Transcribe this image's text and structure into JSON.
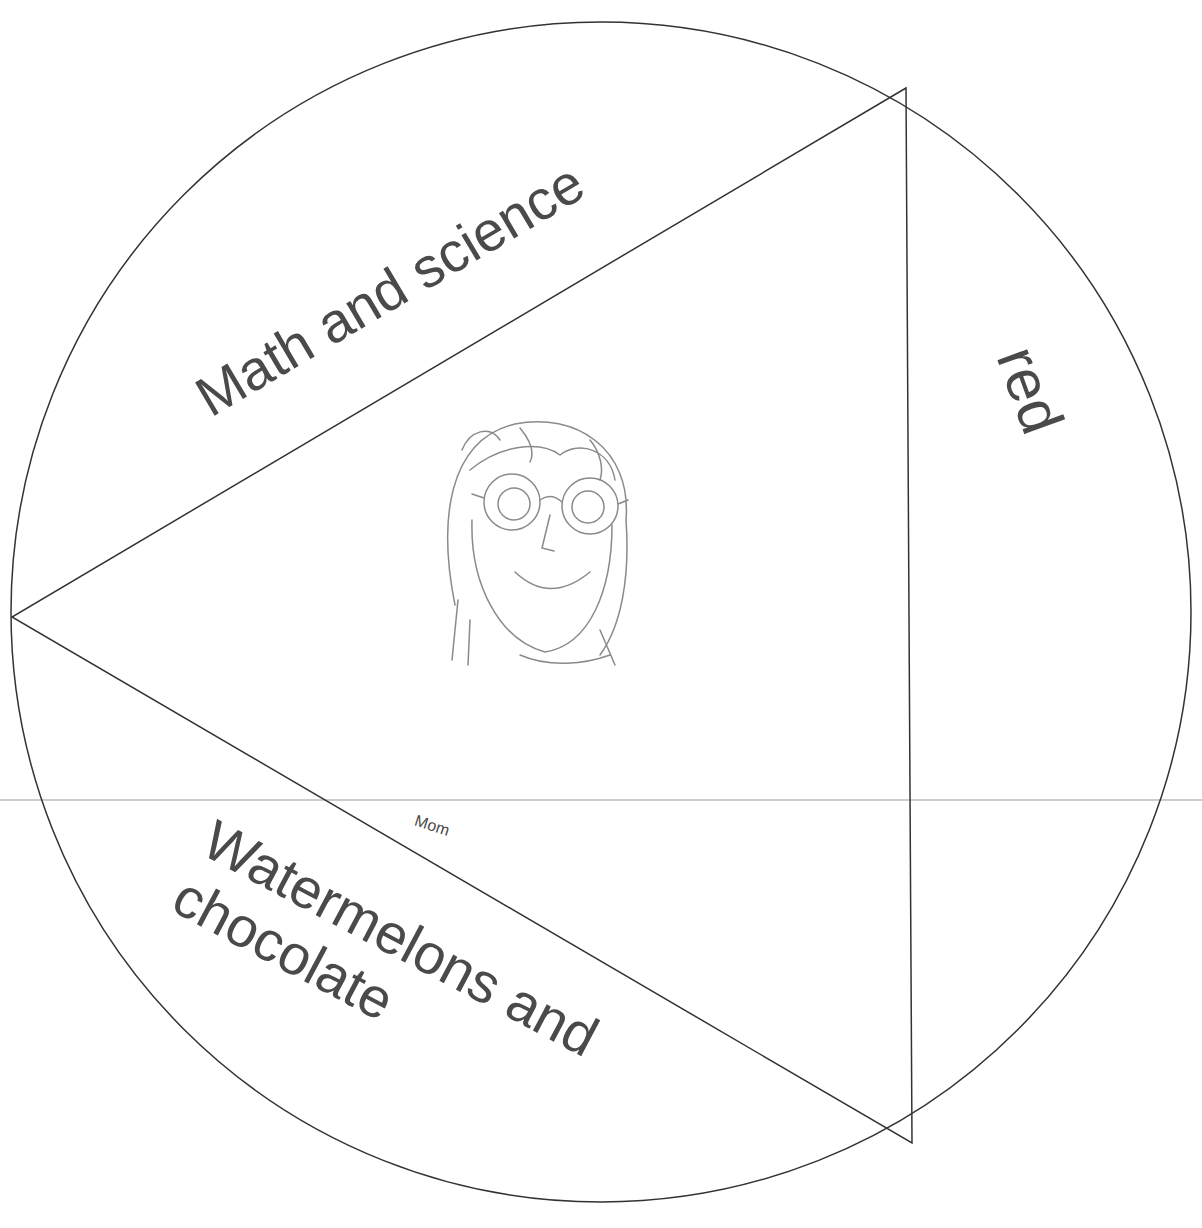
{
  "diagram": {
    "labels": [
      "Math and science",
      "red",
      "Watermelons and chocolate",
      "Mom"
    ]
  }
}
